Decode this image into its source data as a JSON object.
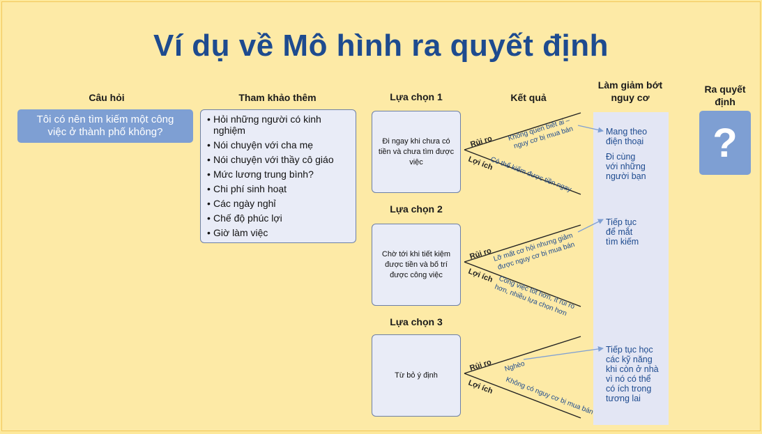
{
  "title": "Ví dụ về Mô hình ra quyết định",
  "headers": {
    "question": "Câu hỏi",
    "references": "Tham khảo thêm",
    "outcome": "Kết quả",
    "mitigate_line1": "Làm giảm bớt",
    "mitigate_line2": "nguy cơ",
    "decision_line1": "Ra quyết",
    "decision_line2": "định"
  },
  "question": {
    "line1": "Tôi có nên tìm kiếm một công",
    "line2": "việc ở thành phố không?"
  },
  "references": [
    "Hỏi những người có kinh nghiệm",
    "Nói chuyện với cha mẹ",
    "Nói chuyện với thầy cô giáo",
    "Mức lương trung bình?",
    "Chi phí sinh hoạt",
    "Các ngày nghỉ",
    "Chế độ phúc lợi",
    "Giờ làm việc"
  ],
  "bullet": "•",
  "options": [
    {
      "label": "Lựa chọn 1",
      "text": "Đi ngay khi chưa có tiền và chưa tìm được việc",
      "risk_label": "Rủi ro",
      "benefit_label": "Lợi ích",
      "risk_line1": "Không quen biết ai –",
      "risk_line2": "nguy cơ bị mua bán",
      "benefit_line1": "Có thể kiếm được tiền ngay",
      "benefit_line2": ""
    },
    {
      "label": "Lựa chọn 2",
      "text": "Chờ tới khi tiết kiệm được tiền và bố trí được công việc",
      "risk_label": "Rủi ro",
      "benefit_label": "Lợi ích",
      "risk_line1": "Lỡ mất cơ hội nhưng giảm",
      "risk_line2": "được nguy cơ bị mua bán",
      "benefit_line1": "Công việc tốt hơn, ít rủi ro",
      "benefit_line2": "hơn, nhiều lựa chọn hơn"
    },
    {
      "label": "Lựa chọn 3",
      "text": "Từ bỏ ý định",
      "risk_label": "Rủi ro",
      "benefit_label": "Lợi ích",
      "risk_line1": "Nghèo",
      "risk_line2": "",
      "benefit_line1": "Không có nguy cơ bị mua bán",
      "benefit_line2": ""
    }
  ],
  "mitigations": {
    "m1_line1": "Mang theo",
    "m1_line2": "điện thoại",
    "m2_line1": "Đi cùng",
    "m2_line2": "với những",
    "m2_line3": "người bạn",
    "m3_line1": "Tiếp tục",
    "m3_line2": "để mắt",
    "m3_line3": "tìm kiếm",
    "m4_line1": "Tiếp tục học",
    "m4_line2": "các kỹ năng",
    "m4_line3": "khi còn ở nhà",
    "m4_line4": "vì nó có thể",
    "m4_line5": "có ích trong",
    "m4_line6": "tương lai"
  },
  "decision_symbol": "?",
  "colors": {
    "background": "#fdeaa6",
    "title": "#1e4b8f",
    "accent_box": "#7e9fd3",
    "light_box": "#e9ecf7",
    "mitigation_column": "#e3e6f4"
  }
}
